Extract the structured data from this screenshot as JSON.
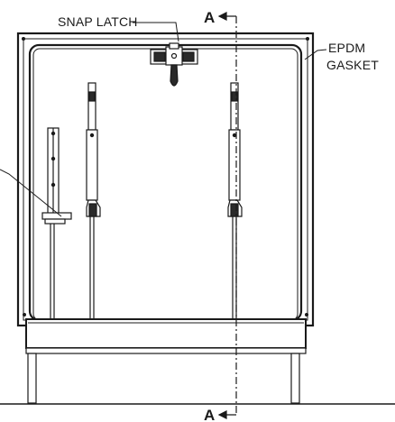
{
  "labels": {
    "snap_latch": "SNAP LATCH",
    "gasket_line1": "EPDM",
    "gasket_line2": "GASKET",
    "section_top": "A",
    "section_bottom": "A"
  },
  "colors": {
    "line": "#1a1a1a",
    "fill_light": "#ffffff",
    "fill_shade": "#dcdcdc",
    "fill_dark": "#2a2a2a"
  }
}
